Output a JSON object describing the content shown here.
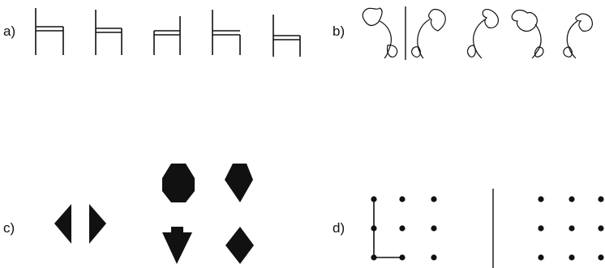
{
  "panels": {
    "a": {
      "label": "a)"
    },
    "b": {
      "label": "b)"
    },
    "c": {
      "label": "c)"
    },
    "d": {
      "label": "d)"
    }
  },
  "colors": {
    "ink": "#111111",
    "background": "#ffffff"
  }
}
